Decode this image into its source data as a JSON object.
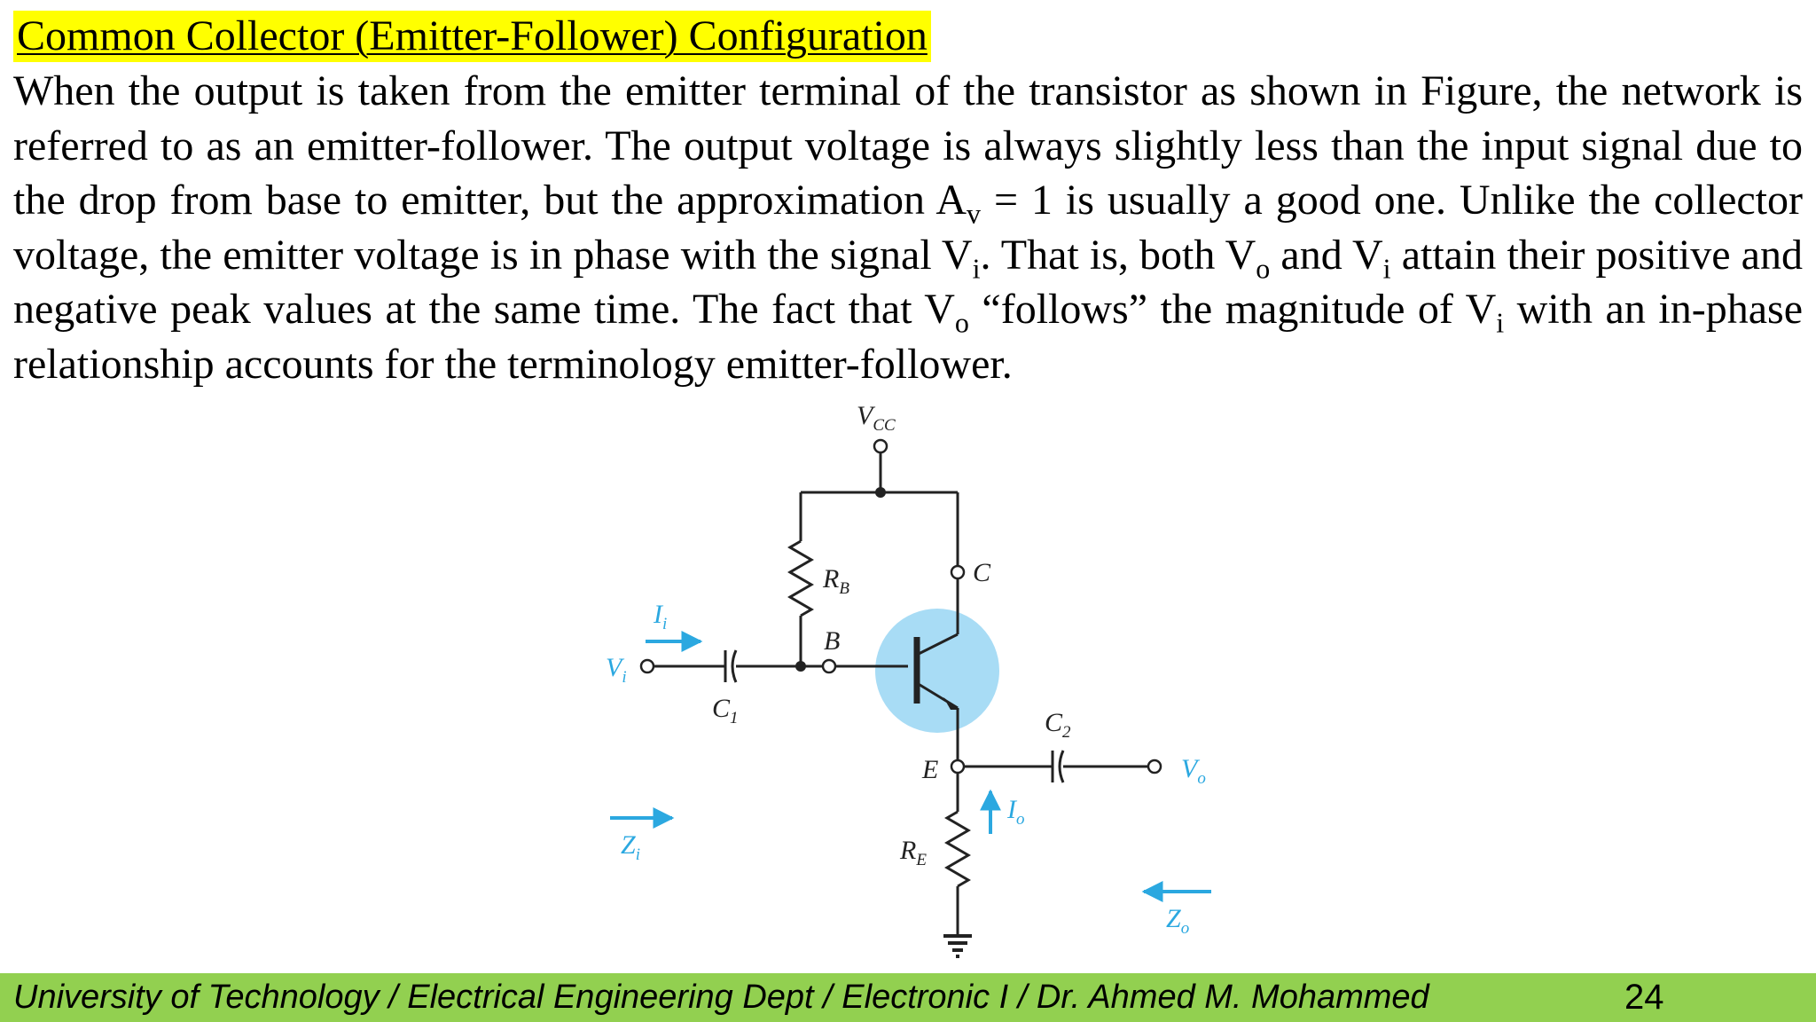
{
  "title": "Common Collector (Emitter-Follower) Configuration",
  "paragraph": {
    "p1": "When the output is taken from the emitter terminal of the transistor as shown in Figure, the network is referred to as an emitter-follower. The output voltage is always slightly less than the input signal due to the drop from base to emitter, but the approximation A",
    "p1_sub": "v",
    "p2": " = 1 is usually a good one. Unlike the collector voltage, the emitter voltage is in phase with the signal V",
    "p2_sub": "i",
    "p3": ". That is, both V",
    "p3_sub": "o",
    "p4": " and V",
    "p4_sub": "i",
    "p5": " attain their positive and negative peak values at the same time. The fact that V",
    "p5_sub": "o",
    "p6": " “follows” the magnitude of V",
    "p6_sub": "i",
    "p7": " with an in-phase relationship accounts for the terminology emitter-follower."
  },
  "circuit": {
    "vcc": {
      "main": "V",
      "sub": "CC"
    },
    "rb": {
      "main": "R",
      "sub": "B"
    },
    "re": {
      "main": "R",
      "sub": "E"
    },
    "c_terminal": "C",
    "b_terminal": "B",
    "e_terminal": "E",
    "c1": {
      "main": "C",
      "sub": "1"
    },
    "c2": {
      "main": "C",
      "sub": "2"
    },
    "ii": {
      "main": "I",
      "sub": "i"
    },
    "io": {
      "main": "I",
      "sub": "o"
    },
    "vi": {
      "main": "V",
      "sub": "i"
    },
    "vo": {
      "main": "V",
      "sub": "o"
    },
    "zi": {
      "main": "Z",
      "sub": "i"
    },
    "zo": {
      "main": "Z",
      "sub": "o"
    }
  },
  "colors": {
    "highlight": "#ffff00",
    "accent_blue": "#2ba8e0",
    "transistor_fill": "#a8dcf5",
    "footer_bg": "#92d050"
  },
  "footer": {
    "text": "University of Technology / Electrical Engineering Dept / Electronic I / Dr. Ahmed M. Mohammed",
    "page_number": "24"
  }
}
